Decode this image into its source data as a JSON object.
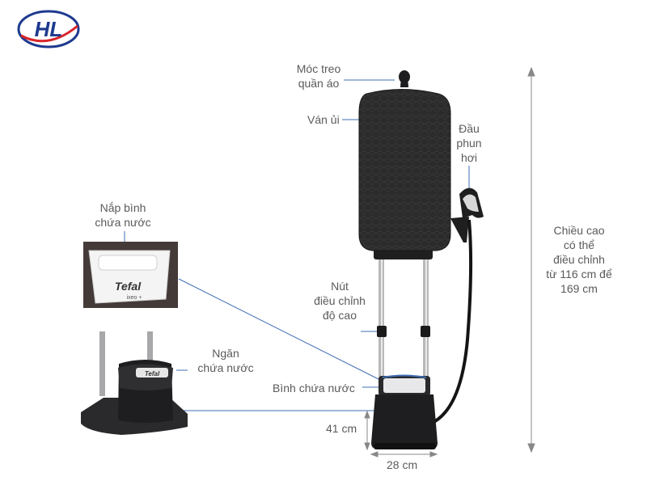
{
  "brand": {
    "logo_text": "HL",
    "accent": "#1e3a8f",
    "accent_red": "#d8262b"
  },
  "labels": {
    "hanger_line1": "Móc treo",
    "hanger_line2": "quần áo",
    "ironing_board": "Ván ủi",
    "steam_head_line1": "Đầu",
    "steam_head_line2": "phun",
    "steam_head_line3": "hơi",
    "tank_lid_line1": "Nắp bình",
    "tank_lid_line2": "chứa nước",
    "height_button_line1": "Nút",
    "height_button_line2": "điều chỉnh",
    "height_button_line3": "độ cao",
    "compartment_line1": "Ngăn",
    "compartment_line2": "chứa nước",
    "water_tank": "Bình chứa nước",
    "adjustable_height_line1": "Chiều cao",
    "adjustable_height_line2": "có thể",
    "adjustable_height_line3": "điều chỉnh",
    "adjustable_height_line4": "từ 116 cm để",
    "adjustable_height_line5": "169 cm",
    "depth": "41 cm",
    "width": "28 cm"
  },
  "product": {
    "brand_print": "Tefal",
    "model_print": "ixeo +"
  },
  "colors": {
    "line_blue": "#3f6fb5",
    "device_dark": "#1e1e20",
    "board_dark": "#2a2a2a",
    "dim_grey": "#888888"
  }
}
